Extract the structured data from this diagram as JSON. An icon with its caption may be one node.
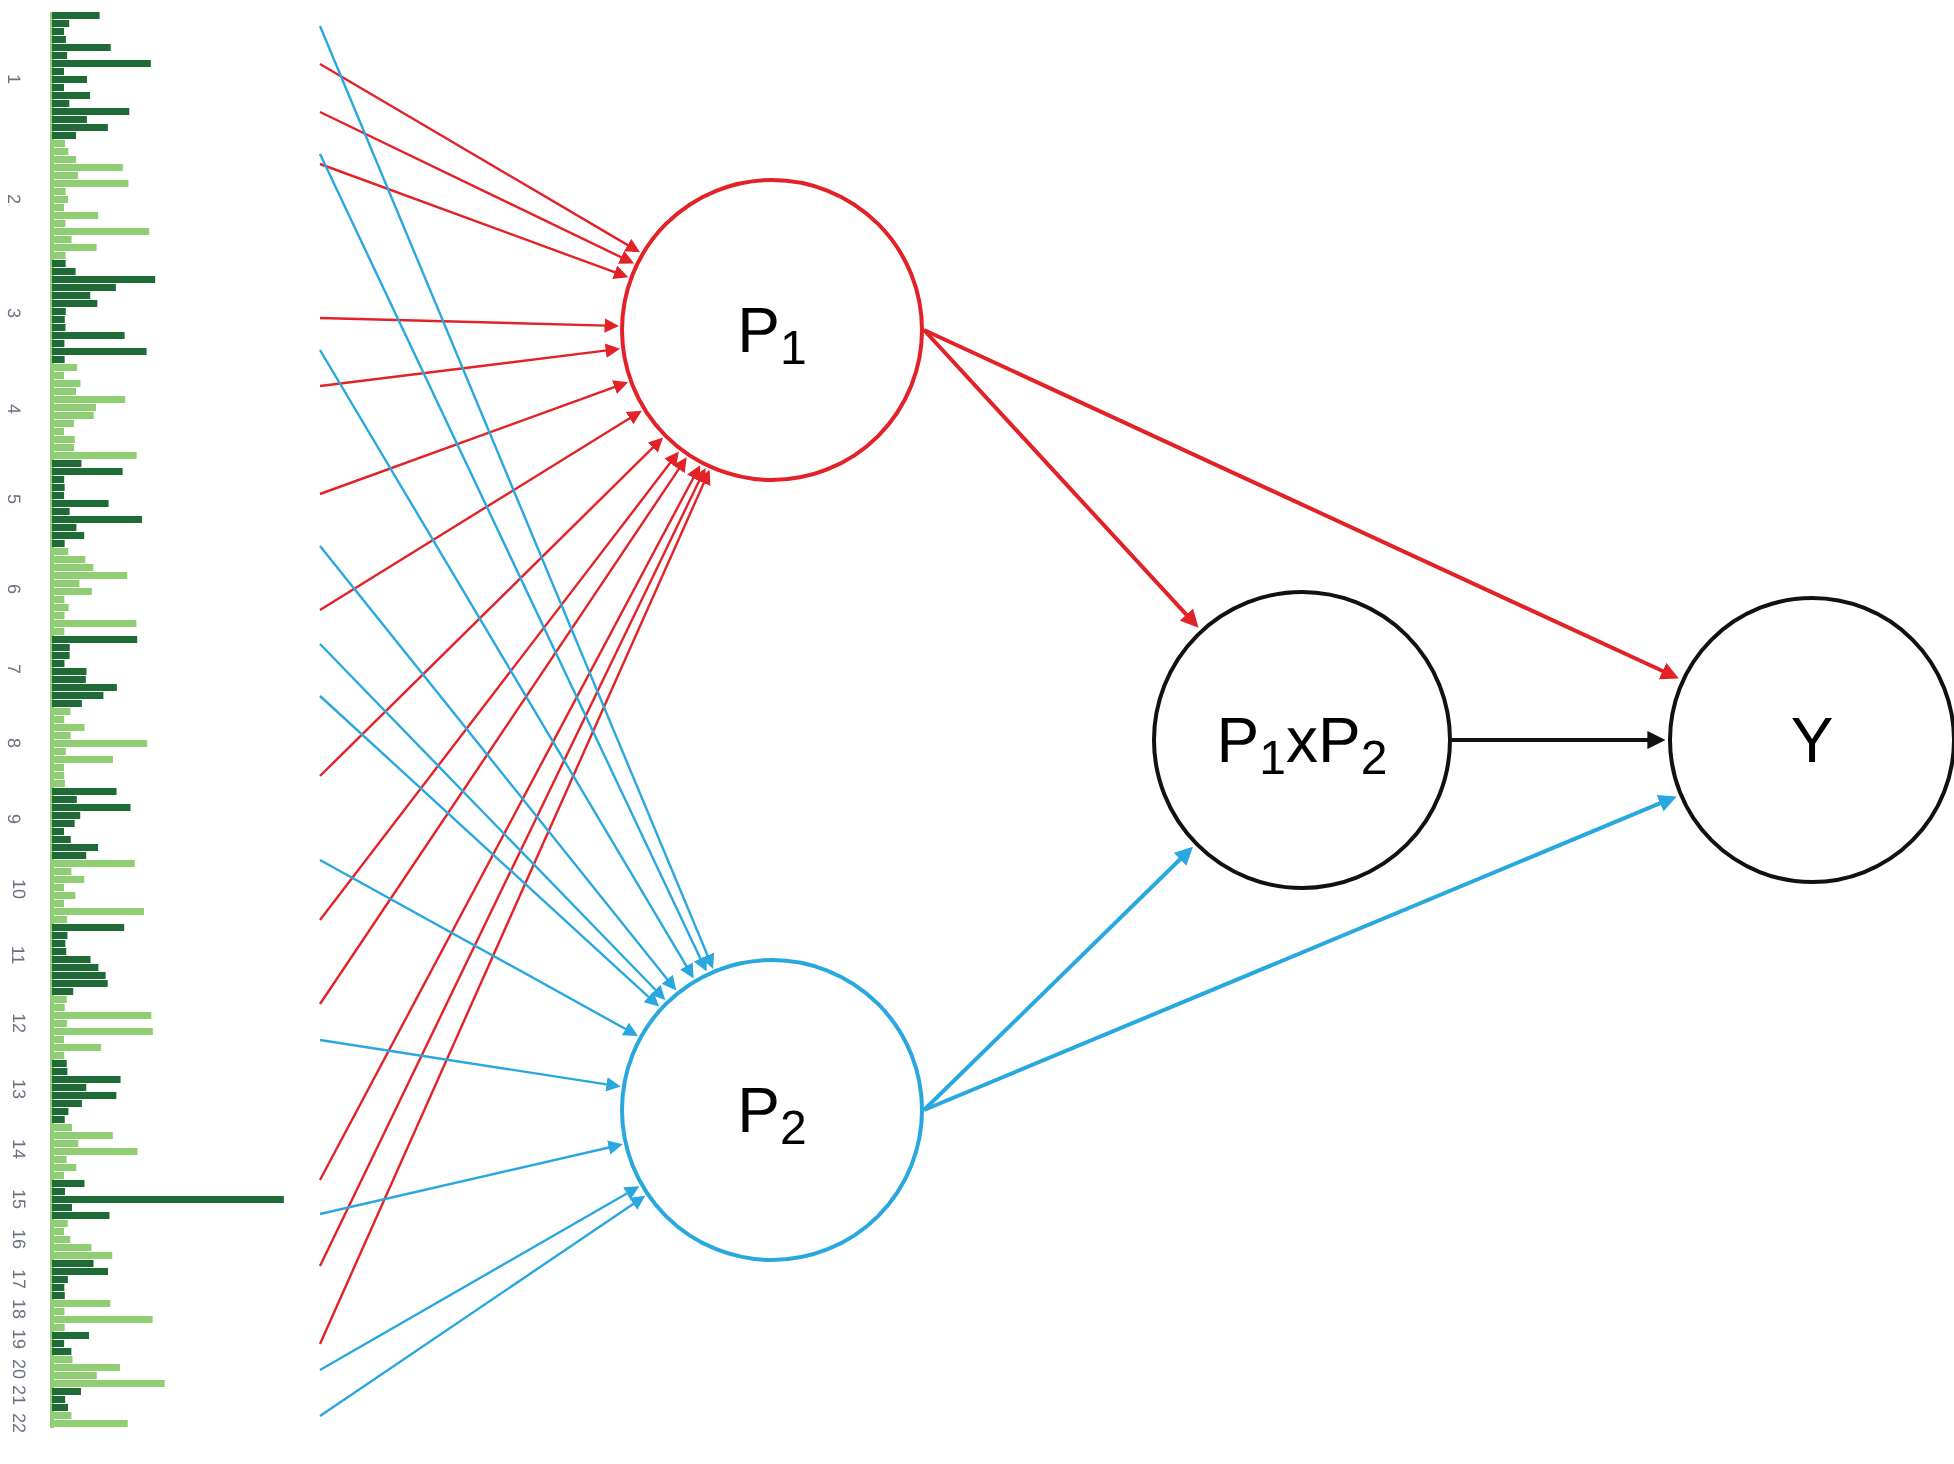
{
  "diagram": {
    "nodes": [
      {
        "text": [
          "P$_{1}$"
        ]
      },
      {
        "text": [
          "P$_{2}$"
        ]
      },
      {
        "text": [
          "P$_{1}$xP$_{2}$"
        ]
      },
      {
        "text": [
          "Y"
        ]
      }
    ],
    "edges": [
      {
        "from": null,
        "to": 0,
        "arrow": "to",
        "color": "#e32228"
      },
      {
        "from": null,
        "to": 0,
        "arrow": "to",
        "color": "#e32228"
      },
      {
        "from": null,
        "to": 0,
        "arrow": "to",
        "color": "#e32228"
      },
      {
        "from": null,
        "to": 0,
        "arrow": "to",
        "color": "#e32228"
      },
      {
        "from": null,
        "to": 0,
        "arrow": "to",
        "color": "#e32228"
      },
      {
        "from": null,
        "to": 0,
        "arrow": "to",
        "color": "#e32228"
      },
      {
        "from": null,
        "to": 0,
        "arrow": "to",
        "color": "#e32228"
      },
      {
        "from": null,
        "to": 0,
        "arrow": "to",
        "color": "#e32228"
      },
      {
        "from": null,
        "to": 0,
        "arrow": "to",
        "color": "#e32228"
      },
      {
        "from": null,
        "to": 0,
        "arrow": "to",
        "color": "#e32228"
      },
      {
        "from": null,
        "to": 0,
        "arrow": "to",
        "color": "#e32228"
      },
      {
        "from": null,
        "to": 0,
        "arrow": "to",
        "color": "#e32228"
      },
      {
        "from": null,
        "to": 0,
        "arrow": "to",
        "color": "#e32228"
      },
      {
        "from": null,
        "to": 1,
        "arrow": "to",
        "color": "#29a8e0"
      },
      {
        "from": null,
        "to": 1,
        "arrow": "to",
        "color": "#29a8e0"
      },
      {
        "from": null,
        "to": 1,
        "arrow": "to",
        "color": "#29a8e0"
      },
      {
        "from": null,
        "to": 1,
        "arrow": "to",
        "color": "#29a8e0"
      },
      {
        "from": null,
        "to": 1,
        "arrow": "to",
        "color": "#29a8e0"
      },
      {
        "from": null,
        "to": 1,
        "arrow": "to",
        "color": "#29a8e0"
      },
      {
        "from": null,
        "to": 1,
        "arrow": "to",
        "color": "#29a8e0"
      },
      {
        "from": null,
        "to": 1,
        "arrow": "to",
        "color": "#29a8e0"
      },
      {
        "from": null,
        "to": 1,
        "arrow": "to",
        "color": "#29a8e0"
      },
      {
        "from": null,
        "to": 1,
        "arrow": "to",
        "color": "#29a8e0"
      },
      {
        "from": null,
        "to": 1,
        "arrow": "to",
        "color": "#29a8e0"
      },
      {
        "from": 0,
        "to": 2,
        "arrow": "to",
        "color": "#e32228"
      },
      {
        "from": 0,
        "to": 3,
        "arrow": "to",
        "color": "#e32228"
      },
      {
        "from": 1,
        "to": 2,
        "arrow": "to",
        "color": "#29a8e0"
      },
      {
        "from": 1,
        "to": 3,
        "arrow": "to",
        "color": "#29a8e0"
      },
      {
        "from": 2,
        "to": 3,
        "arrow": "to",
        "color": "#111111"
      }
    ],
    "labels": [
      "1",
      "2",
      "3",
      "4",
      "5",
      "6",
      "7",
      "8",
      "9",
      "10",
      "11",
      "12",
      "13",
      "14",
      "15",
      "16",
      "17",
      "18",
      "19",
      "20",
      "21",
      "22"
    ]
  }
}
